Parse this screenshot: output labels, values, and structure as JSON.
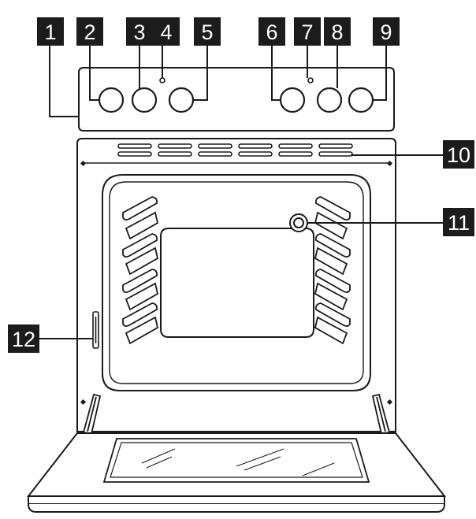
{
  "callouts": {
    "c1": "1",
    "c2": "2",
    "c3": "3",
    "c4": "4",
    "c5": "5",
    "c6": "6",
    "c7": "7",
    "c8": "8",
    "c9": "9",
    "c10": "10",
    "c11": "11",
    "c12": "12"
  },
  "colors": {
    "line": "#1a1a1a",
    "callout_bg": "#1c1c1c",
    "callout_text": "#ffffff",
    "background": "#ffffff"
  }
}
